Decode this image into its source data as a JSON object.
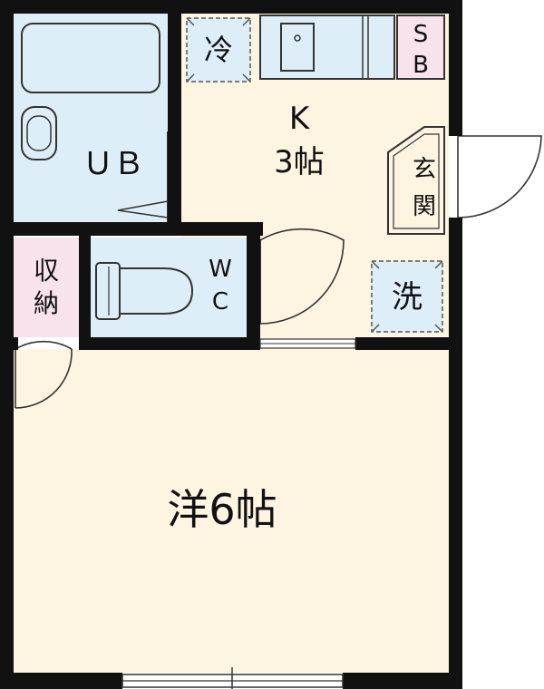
{
  "colors": {
    "room_floor": "#fdf5e2",
    "wet_area": "#deeef8",
    "storage": "#f8e2ec",
    "wall": "#111111",
    "line": "#333333"
  },
  "rooms": {
    "kitchen": {
      "name": "K",
      "size": "3帖"
    },
    "western_room": {
      "name": "洋6帖"
    },
    "unit_bath": {
      "name": "ＵＢ"
    },
    "toilet": {
      "name_top": "W",
      "name_bottom": "C"
    },
    "storage": {
      "name_top": "収",
      "name_bottom": "納"
    },
    "entrance": {
      "name_top": "玄",
      "name_bottom": "関"
    }
  },
  "fixtures": {
    "fridge": {
      "label": "冷"
    },
    "washer": {
      "label": "洗"
    },
    "shoe_box": {
      "label_top": "S",
      "label_bottom": "B"
    }
  }
}
